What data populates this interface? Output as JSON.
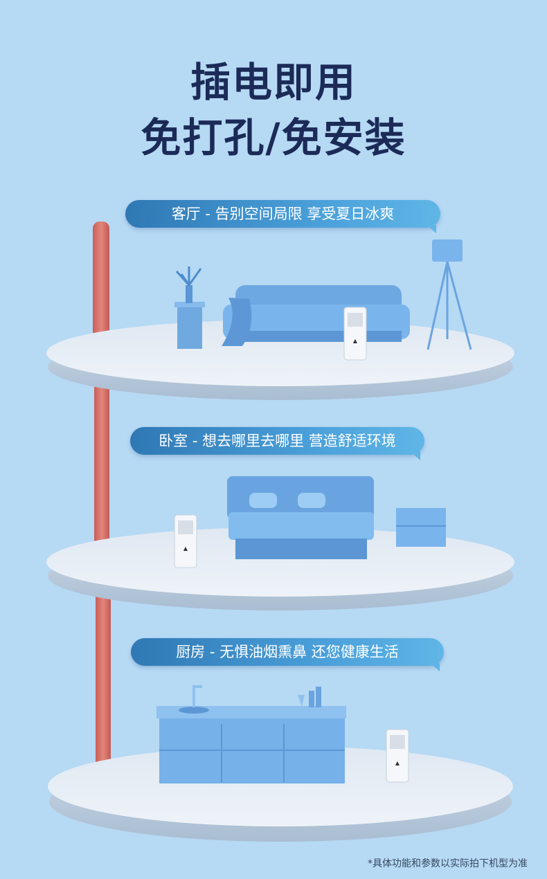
{
  "headline": {
    "line1": "插电即用",
    "line2": "免打孔/免安装"
  },
  "rooms": [
    {
      "label": "客厅 - 告别空间局限 享受夏日冰爽"
    },
    {
      "label": "卧室 - 想去哪里去哪里 营造舒适环境"
    },
    {
      "label": "厨房 - 无惧油烟熏鼻 还您健康生活"
    }
  ],
  "footnote": "*具体功能和参数以实际拍下机型为准",
  "colors": {
    "background": "#b6d9f4",
    "headline": "#1b2a57",
    "bubble": "#3a8cc8",
    "pole": "#d9756c",
    "platform": "#e6edf5",
    "furniture": "#78b4ea"
  }
}
